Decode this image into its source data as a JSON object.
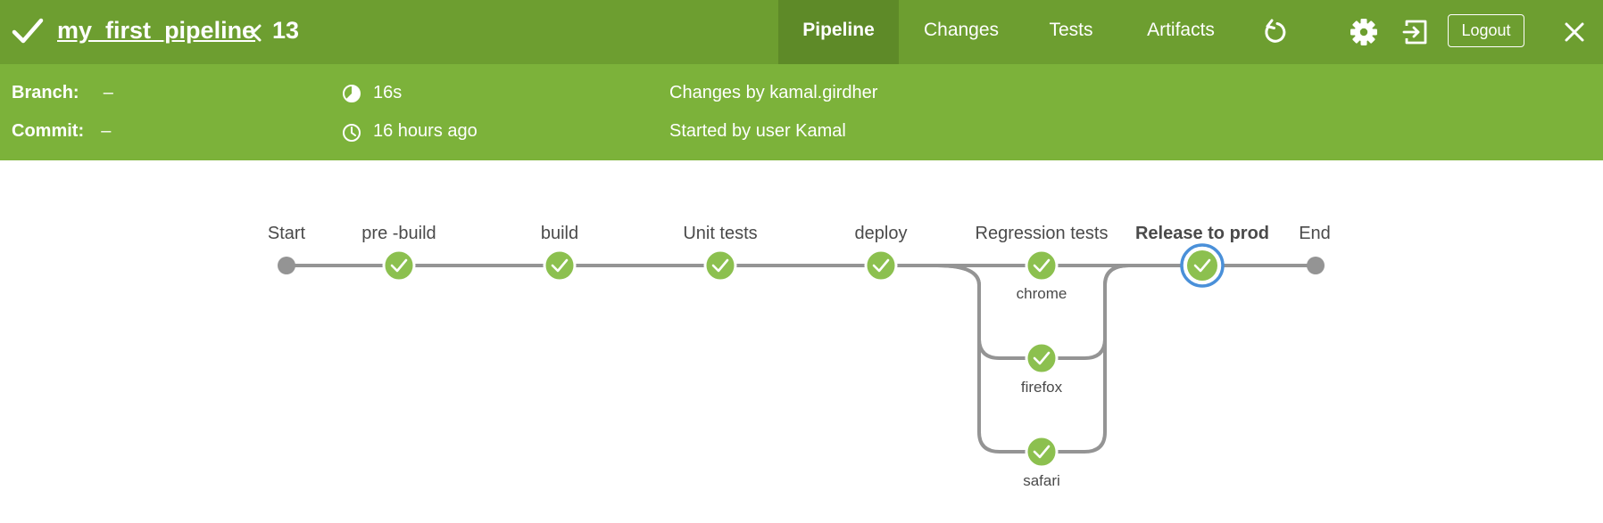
{
  "header": {
    "pipeline_name": "my_first_pipeline",
    "run_number": "13",
    "status": "success",
    "tabs": [
      {
        "label": "Pipeline",
        "active": true
      },
      {
        "label": "Changes",
        "active": false
      },
      {
        "label": "Tests",
        "active": false
      },
      {
        "label": "Artifacts",
        "active": false
      }
    ],
    "logout_label": "Logout",
    "icons": [
      "check-icon",
      "chevron-left-icon",
      "rerun-icon",
      "gear-icon",
      "open-classic-icon",
      "close-icon"
    ]
  },
  "meta": {
    "branch_label": "Branch:",
    "branch_value": "–",
    "commit_label": "Commit:",
    "commit_value": "–",
    "duration": "16s",
    "ago": "16 hours ago",
    "changes_by": "Changes by kamal.girdher",
    "started_by": "Started by user Kamal"
  },
  "pipeline_graph": {
    "start_label": "Start",
    "end_label": "End",
    "stages": [
      {
        "label": "pre -build",
        "status": "success"
      },
      {
        "label": "build",
        "status": "success"
      },
      {
        "label": "Unit tests",
        "status": "success"
      },
      {
        "label": "deploy",
        "status": "success"
      },
      {
        "label": "Regression tests",
        "status": "success",
        "branches": [
          "chrome",
          "firefox",
          "safari"
        ]
      },
      {
        "label": "Release to prod",
        "status": "success",
        "selected": true
      }
    ]
  },
  "colors": {
    "header_bg": "#6d9e30",
    "header_active_tab": "#5e8a28",
    "subheader_bg": "#7cb23a",
    "success_node": "#8cc04f",
    "edge": "#949494",
    "selected_ring": "#4a90d9"
  }
}
